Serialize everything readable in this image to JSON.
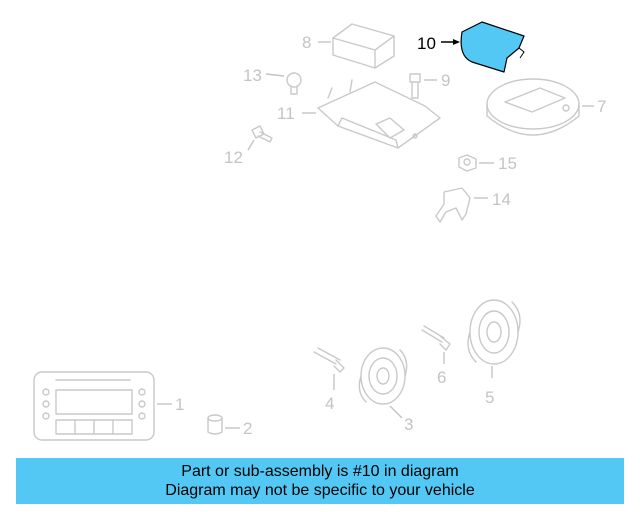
{
  "callouts": {
    "c1": "1",
    "c2": "2",
    "c3": "3",
    "c4": "4",
    "c5": "5",
    "c6": "6",
    "c7": "7",
    "c8": "8",
    "c9": "9",
    "c10": "10",
    "c11": "11",
    "c12": "12",
    "c13": "13",
    "c14": "14",
    "c15": "15"
  },
  "highlighted_part": "10",
  "colors": {
    "highlight_fill": "#54c8f4",
    "banner_bg": "#54c8f4",
    "part_stroke": "#c9c9c9",
    "label_gray": "#c4c4c4"
  },
  "banner": {
    "line1": "Part or sub-assembly is #10 in diagram",
    "line2": "Diagram may not be specific to your vehicle"
  }
}
